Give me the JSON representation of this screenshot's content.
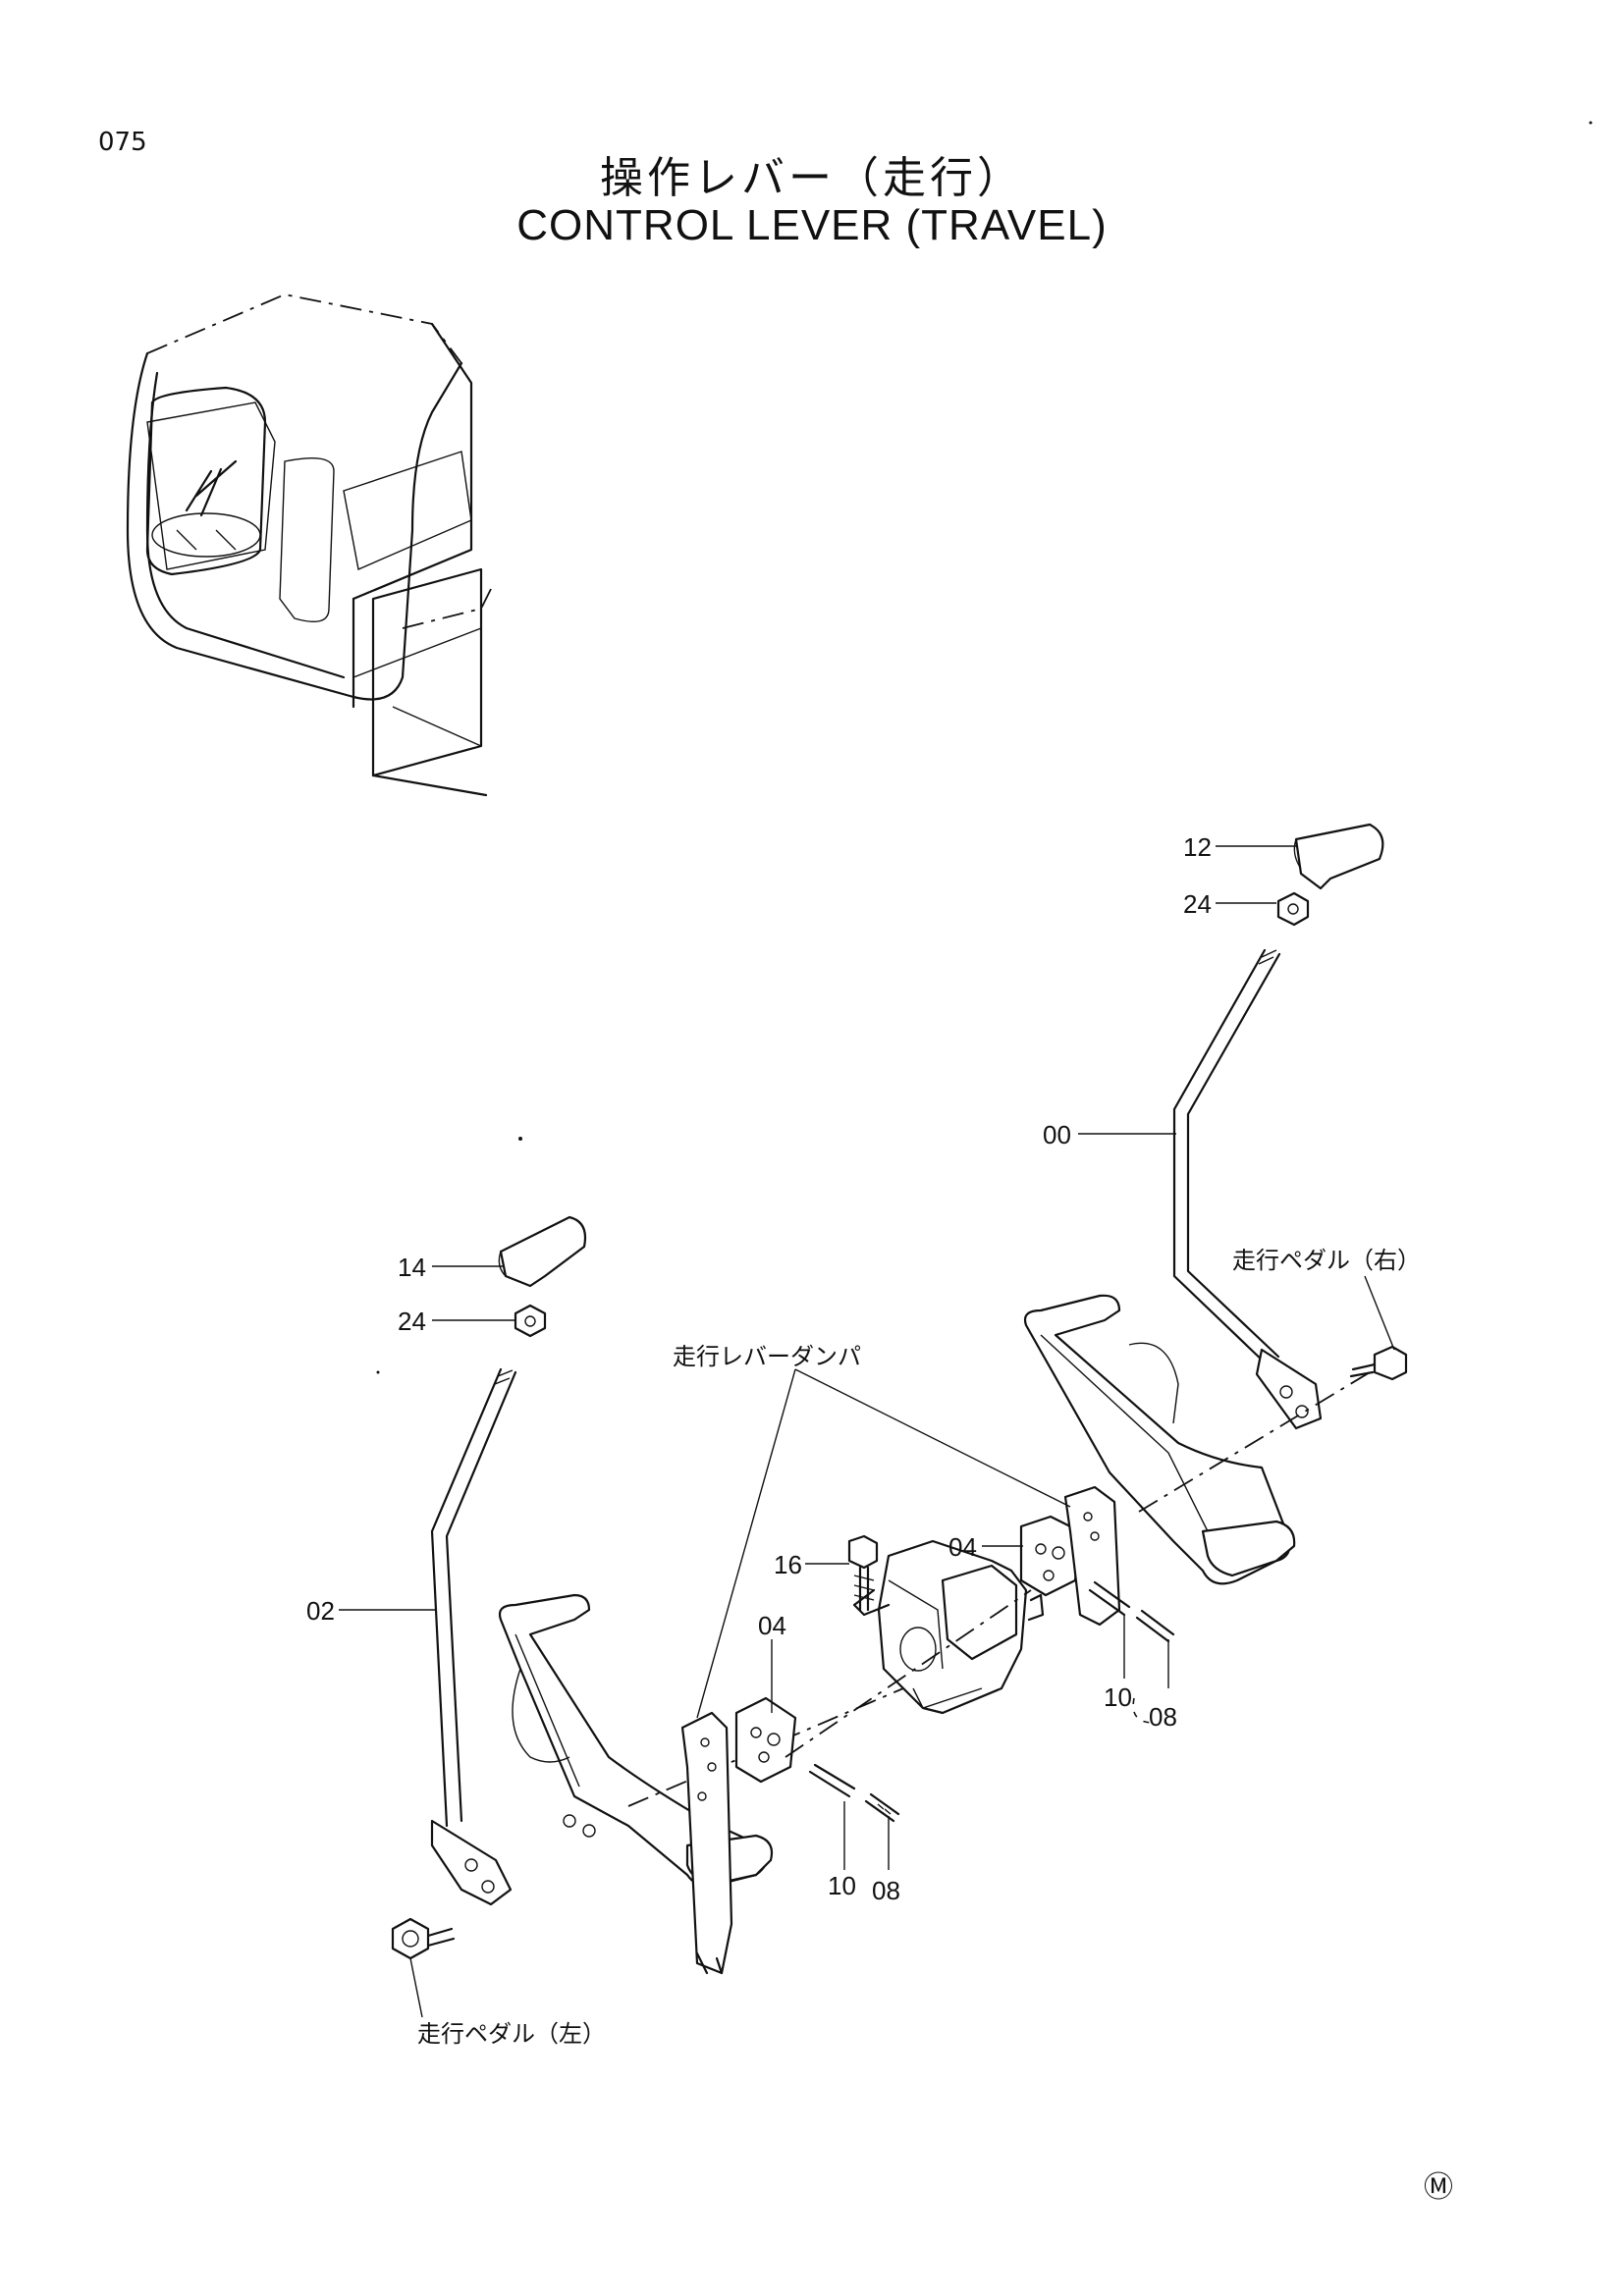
{
  "page": {
    "number": "075"
  },
  "title": {
    "japanese": "操作レバー（走行）",
    "english": "CONTROL LEVER (TRAVEL)"
  },
  "callouts": [
    {
      "id": "c12",
      "text": "12"
    },
    {
      "id": "c24a",
      "text": "24"
    },
    {
      "id": "c00",
      "text": "00"
    },
    {
      "id": "c14",
      "text": "14"
    },
    {
      "id": "c24b",
      "text": "24"
    },
    {
      "id": "c02",
      "text": "02"
    },
    {
      "id": "c16",
      "text": "16"
    },
    {
      "id": "c04a",
      "text": "04"
    },
    {
      "id": "c04b",
      "text": "04"
    },
    {
      "id": "c10a",
      "text": "10"
    },
    {
      "id": "c08a",
      "text": "08"
    },
    {
      "id": "c10b",
      "text": "10"
    },
    {
      "id": "c08b",
      "text": "08"
    }
  ],
  "notes": {
    "pedal_right": "走行ペダル（右）",
    "pedal_left": "走行ペダル（左）",
    "damper": "走行レバーダンパ"
  },
  "mark": "Ⓜ"
}
